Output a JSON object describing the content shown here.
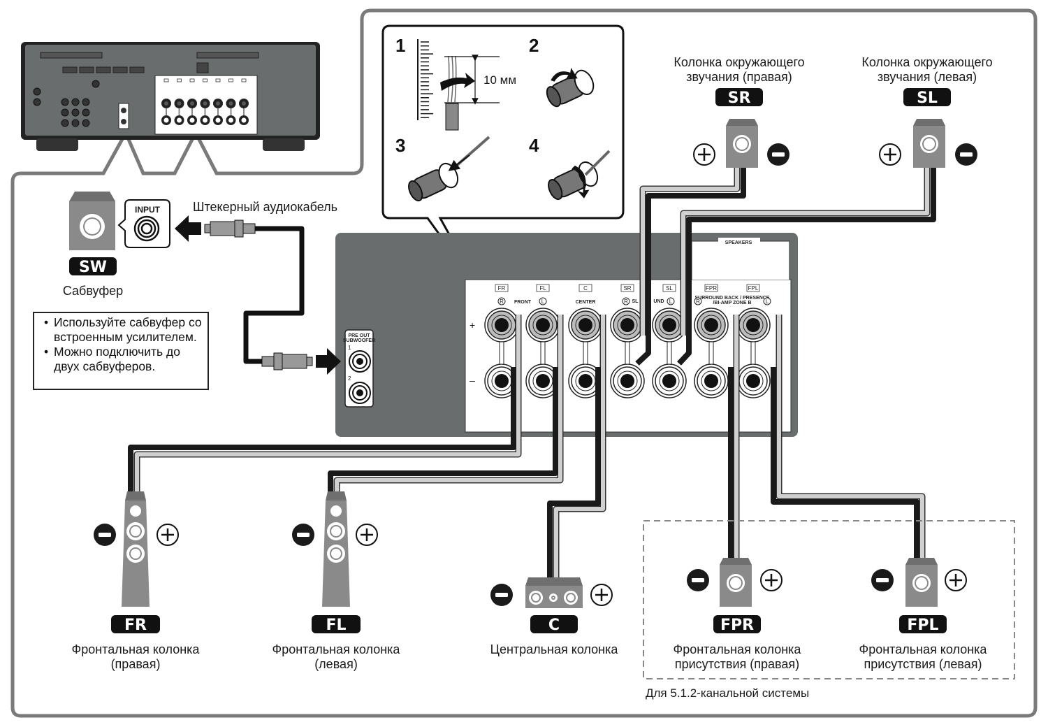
{
  "diagram": {
    "title": "Подключение колонок 5.1.2",
    "colors": {
      "panel_gray": "#6a6d6d",
      "speaker_gray": "#8a8a8a",
      "frame_gray": "#7a7a7a",
      "badge_black": "#111111",
      "cable_light": "#d0d0d0"
    },
    "install_steps": {
      "steps": [
        "1",
        "2",
        "3",
        "4"
      ],
      "strip_length": "10 мм"
    },
    "subwoofer": {
      "badge": "SW",
      "name": "Сабвуфер",
      "input_label": "INPUT",
      "cable_label": "Штекерный аудиокабель",
      "notes": [
        "Используйте сабвуфер со встроенным усилителем.",
        "Можно подключить до двух сабвуферов."
      ]
    },
    "receiver_panel": {
      "pre_out_title": "PRE OUT",
      "pre_out_sub": "SUBWOOFER",
      "pre_out_ports": [
        "1",
        "2"
      ],
      "speakers_header": "SPEAKERS",
      "terminal_tags": [
        "FR",
        "FL",
        "C",
        "SR",
        "SL",
        "FPR",
        "FPL"
      ],
      "group_labels": {
        "front": "FRONT",
        "center": "CENTER",
        "surround_a": "SL",
        "surround_b": "UND",
        "surround_back": "SURROUND BACK / PRESENCE",
        "surround_back_2": "/BI-AMP ZONE B"
      },
      "rl_marks": [
        "R",
        "L",
        "R",
        "L",
        "R",
        "L"
      ],
      "polarity_plus": "+",
      "polarity_minus": "–"
    },
    "speakers": [
      {
        "id": "SR",
        "badge": "SR",
        "name": "Колонка окружающего звучания (правая)",
        "line1": "Колонка окружающего",
        "line2": "звучания (правая)"
      },
      {
        "id": "SL",
        "badge": "SL",
        "name": "Колонка окружающего звучания (левая)",
        "line1": "Колонка окружающего",
        "line2": "звучания (левая)"
      },
      {
        "id": "FR",
        "badge": "FR",
        "name": "Фронтальная колонка (правая)",
        "line1": "Фронтальная колонка",
        "line2": "(правая)"
      },
      {
        "id": "FL",
        "badge": "FL",
        "name": "Фронтальная колонка (левая)",
        "line1": "Фронтальная колонка",
        "line2": "(левая)"
      },
      {
        "id": "C",
        "badge": "C",
        "name": "Центральная колонка",
        "line1": "Центральная колонка",
        "line2": ""
      },
      {
        "id": "FPR",
        "badge": "FPR",
        "name": "Фронтальная колонка присутствия (правая)",
        "line1": "Фронтальная колонка",
        "line2": "присутствия (правая)"
      },
      {
        "id": "FPL",
        "badge": "FPL",
        "name": "Фронтальная колонка присутствия (левая)",
        "line1": "Фронтальная колонка",
        "line2": "присутствия (левая)"
      }
    ],
    "optional_group_label": "Для 5.1.2-канальной системы"
  }
}
